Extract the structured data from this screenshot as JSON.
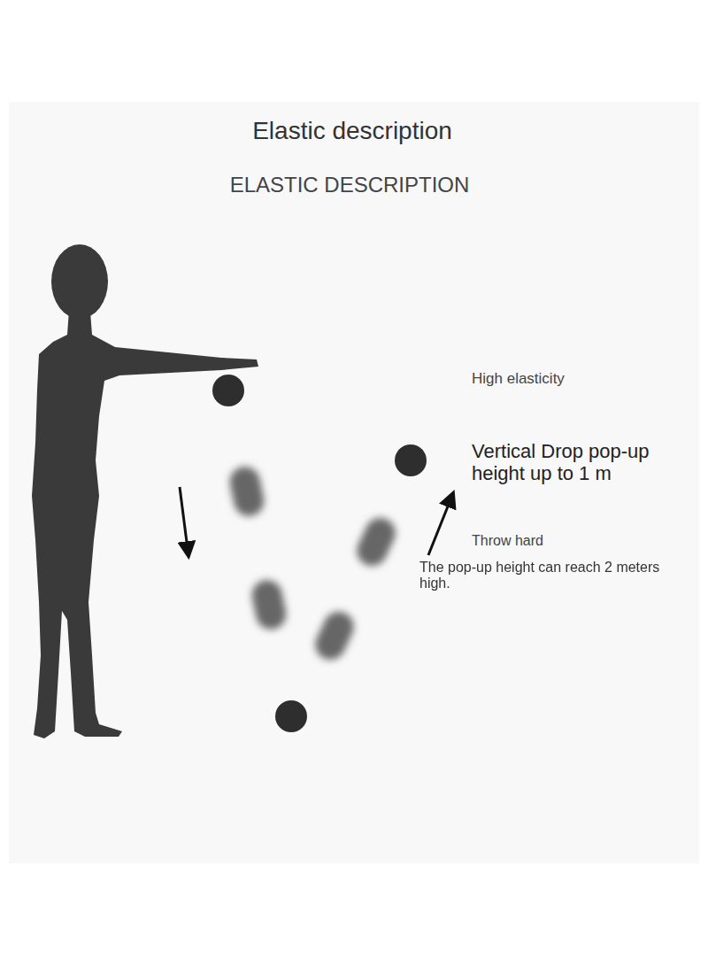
{
  "diagram": {
    "title": "Elastic description",
    "labels": [
      "ELASTIC DESCRIPTION",
      "High elasticity",
      "Vertical Drop pop-up height up to 1 m",
      "Throw hard",
      "The pop-up height can reach 2 meters high."
    ]
  }
}
